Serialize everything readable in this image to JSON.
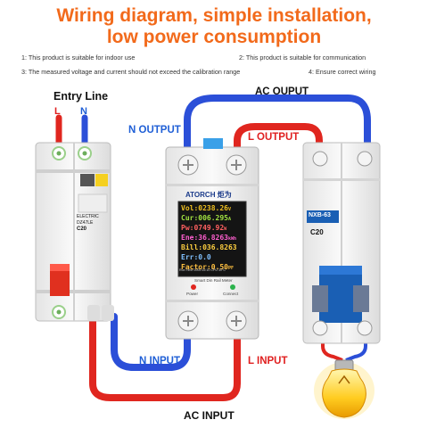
{
  "header": {
    "title_line1": "Wiring diagram, simple installation,",
    "title_line2": "low power consumption"
  },
  "notes": [
    "1: This product is suitable for indoor use",
    "2: This product is suitable for communication",
    "3: The measured voltage and current should not exceed the calibration range",
    "4: Ensure correct wiring"
  ],
  "labels": {
    "entry_line": "Entry Line",
    "entry_l": "L",
    "entry_n": "N",
    "ac_output": "AC OUPUT",
    "n_output": "N OUTPUT",
    "l_output": "L OUTPUT",
    "n_input": "N INPUT",
    "l_input": "L INPUT",
    "ac_input": "AC INPUT"
  },
  "left_breaker": {
    "brand": "ELECTRIC",
    "model": "DZ47LE",
    "rating": "C20"
  },
  "meter": {
    "brand": "ATORCH",
    "brand_cn": "炬为",
    "rows": [
      {
        "key": "Vol:",
        "value": "0238.26",
        "unit": "V",
        "color": "#f0c020"
      },
      {
        "key": "Cur:",
        "value": "006.295",
        "unit": "A",
        "color": "#a0e040"
      },
      {
        "key": "Pw:",
        "value": "0749.92",
        "unit": "W",
        "color": "#ff6060"
      },
      {
        "key": "Ene:",
        "value": "36.8263",
        "unit": "kWh",
        "color": "#ff5fd0"
      },
      {
        "key": "Bill:",
        "value": "036.8263",
        "unit": "",
        "color": "#ffd040"
      },
      {
        "key": "Err:",
        "value": "0.0",
        "unit": "",
        "color": "#80c0ff"
      },
      {
        "key": "Factor:",
        "value": "0.50",
        "unit": "PF",
        "color": "#ffc040"
      }
    ],
    "run_time": "Run Time 0000:15:10 CPU 30°C",
    "subtitle": "Smart Din Rail Meter",
    "power_label": "Power",
    "connect_label": "Connect"
  },
  "right_breaker": {
    "model": "NXB-63",
    "rating": "C20"
  },
  "colors": {
    "accent": "#f26a1b",
    "blue_wire": "#2b4fd8",
    "red_wire": "#e0261f",
    "label_blue": "#1f5fd6",
    "label_red": "#e02020"
  }
}
